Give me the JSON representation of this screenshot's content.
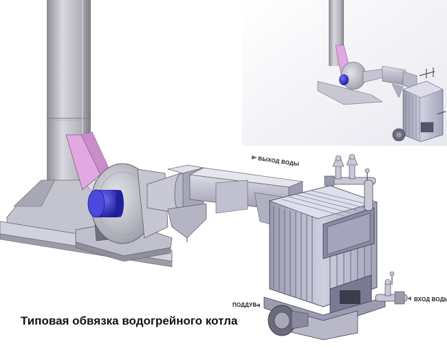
{
  "caption": "Типовая обвязка водогрейного котла",
  "labels": {
    "water_out": "ВЫХОД ВОДЫ",
    "blow": "ПОДДУВ",
    "water_in": "ВХОД ВОДЫ"
  },
  "colors": {
    "chimney": "#b8b8c0",
    "steel": "#c8c8d4",
    "steel_dark": "#8e8ea0",
    "motor": "#3a3ad0",
    "connector": "#e2a8e2",
    "inset_background": "#f0f0f4"
  }
}
